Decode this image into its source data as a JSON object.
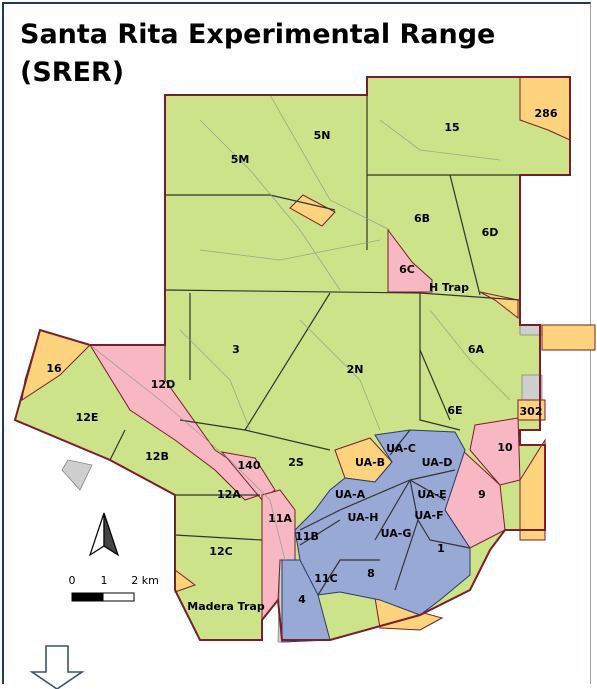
{
  "title": {
    "line1": "Santa Rita Experimental Range",
    "line2": "(SRER)"
  },
  "legend_colors": {
    "green": "#cce38a",
    "pink": "#f7b7c3",
    "orange": "#fdd37e",
    "blue": "#98a9d6",
    "gray": "#cfcfcf",
    "boundary": "#7a1e2a"
  },
  "pastures": {
    "p286": "286",
    "p15": "15",
    "p5N": "5N",
    "p5M": "5M",
    "p6B": "6B",
    "p6D": "6D",
    "p6C": "6C",
    "pHTrap": "H Trap",
    "p3": "3",
    "p2N": "2N",
    "p6A": "6A",
    "p16": "16",
    "p12D": "12D",
    "p12E": "12E",
    "p6E": "6E",
    "p302": "302",
    "p10": "10",
    "p12B": "12B",
    "p140": "140",
    "p2S": "2S",
    "pUAB": "UA-B",
    "pUAC": "UA-C",
    "pUAD": "UA-D",
    "pUAA": "UA-A",
    "pUAE": "UA-E",
    "p9": "9",
    "p12A": "12A",
    "pUAH": "UA-H",
    "pUAF": "UA-F",
    "p11A": "11A",
    "p11B": "11B",
    "pUAG": "UA-G",
    "p12C": "12C",
    "p1": "1",
    "p11C": "11C",
    "p8": "8",
    "p4": "4",
    "pMaderaTrap": "Madera Trap"
  },
  "scale_bar": {
    "t0": "0",
    "t1": "1",
    "t2": "2 km"
  },
  "north_arrow": "north-arrow-icon",
  "bottom_arrow": "down-arrow-icon"
}
